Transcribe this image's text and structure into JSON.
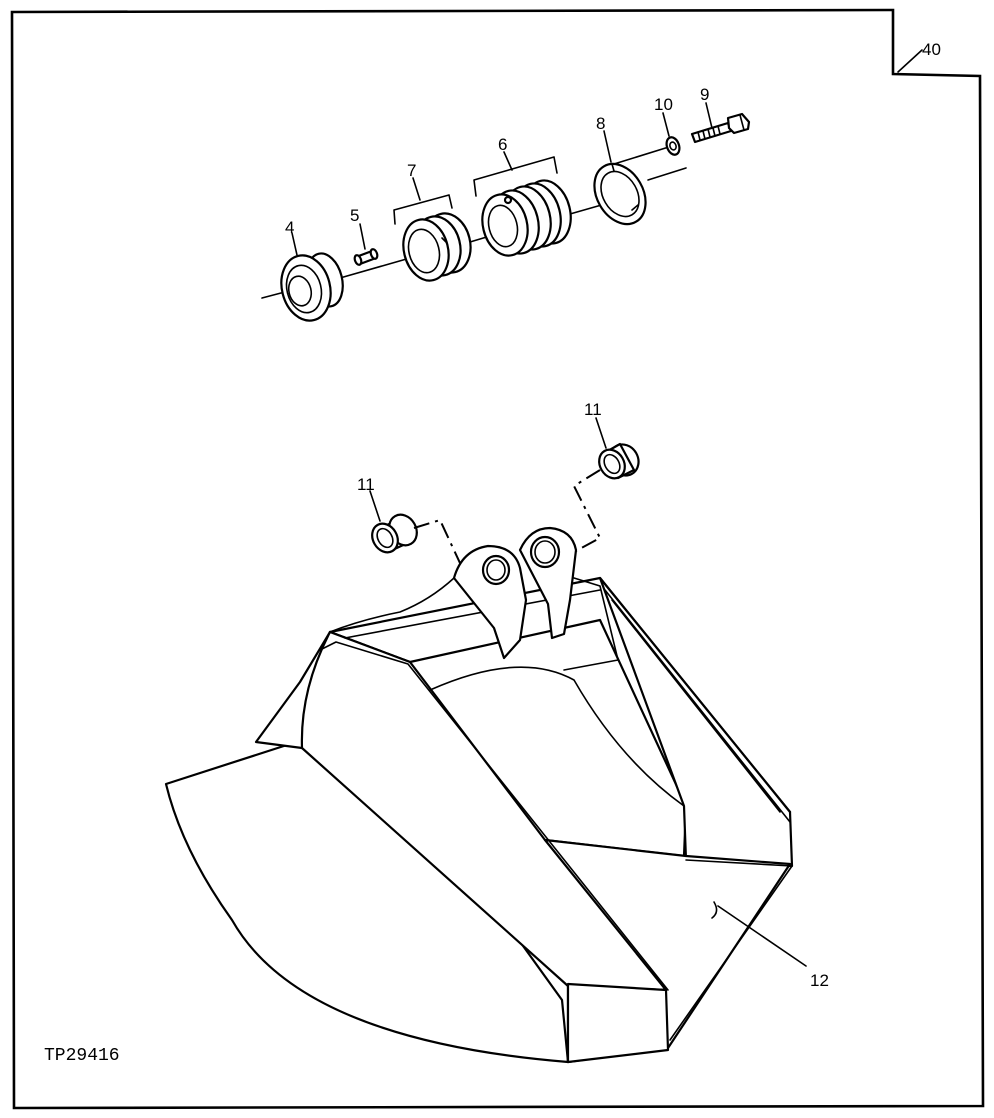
{
  "figure": {
    "code": "TP29416",
    "page_ref": "40",
    "callouts": {
      "c4": "4",
      "c5": "5",
      "c6": "6",
      "c7": "7",
      "c8": "8",
      "c9": "9",
      "c10": "10",
      "c11a": "11",
      "c11b": "11",
      "c12": "12"
    }
  }
}
